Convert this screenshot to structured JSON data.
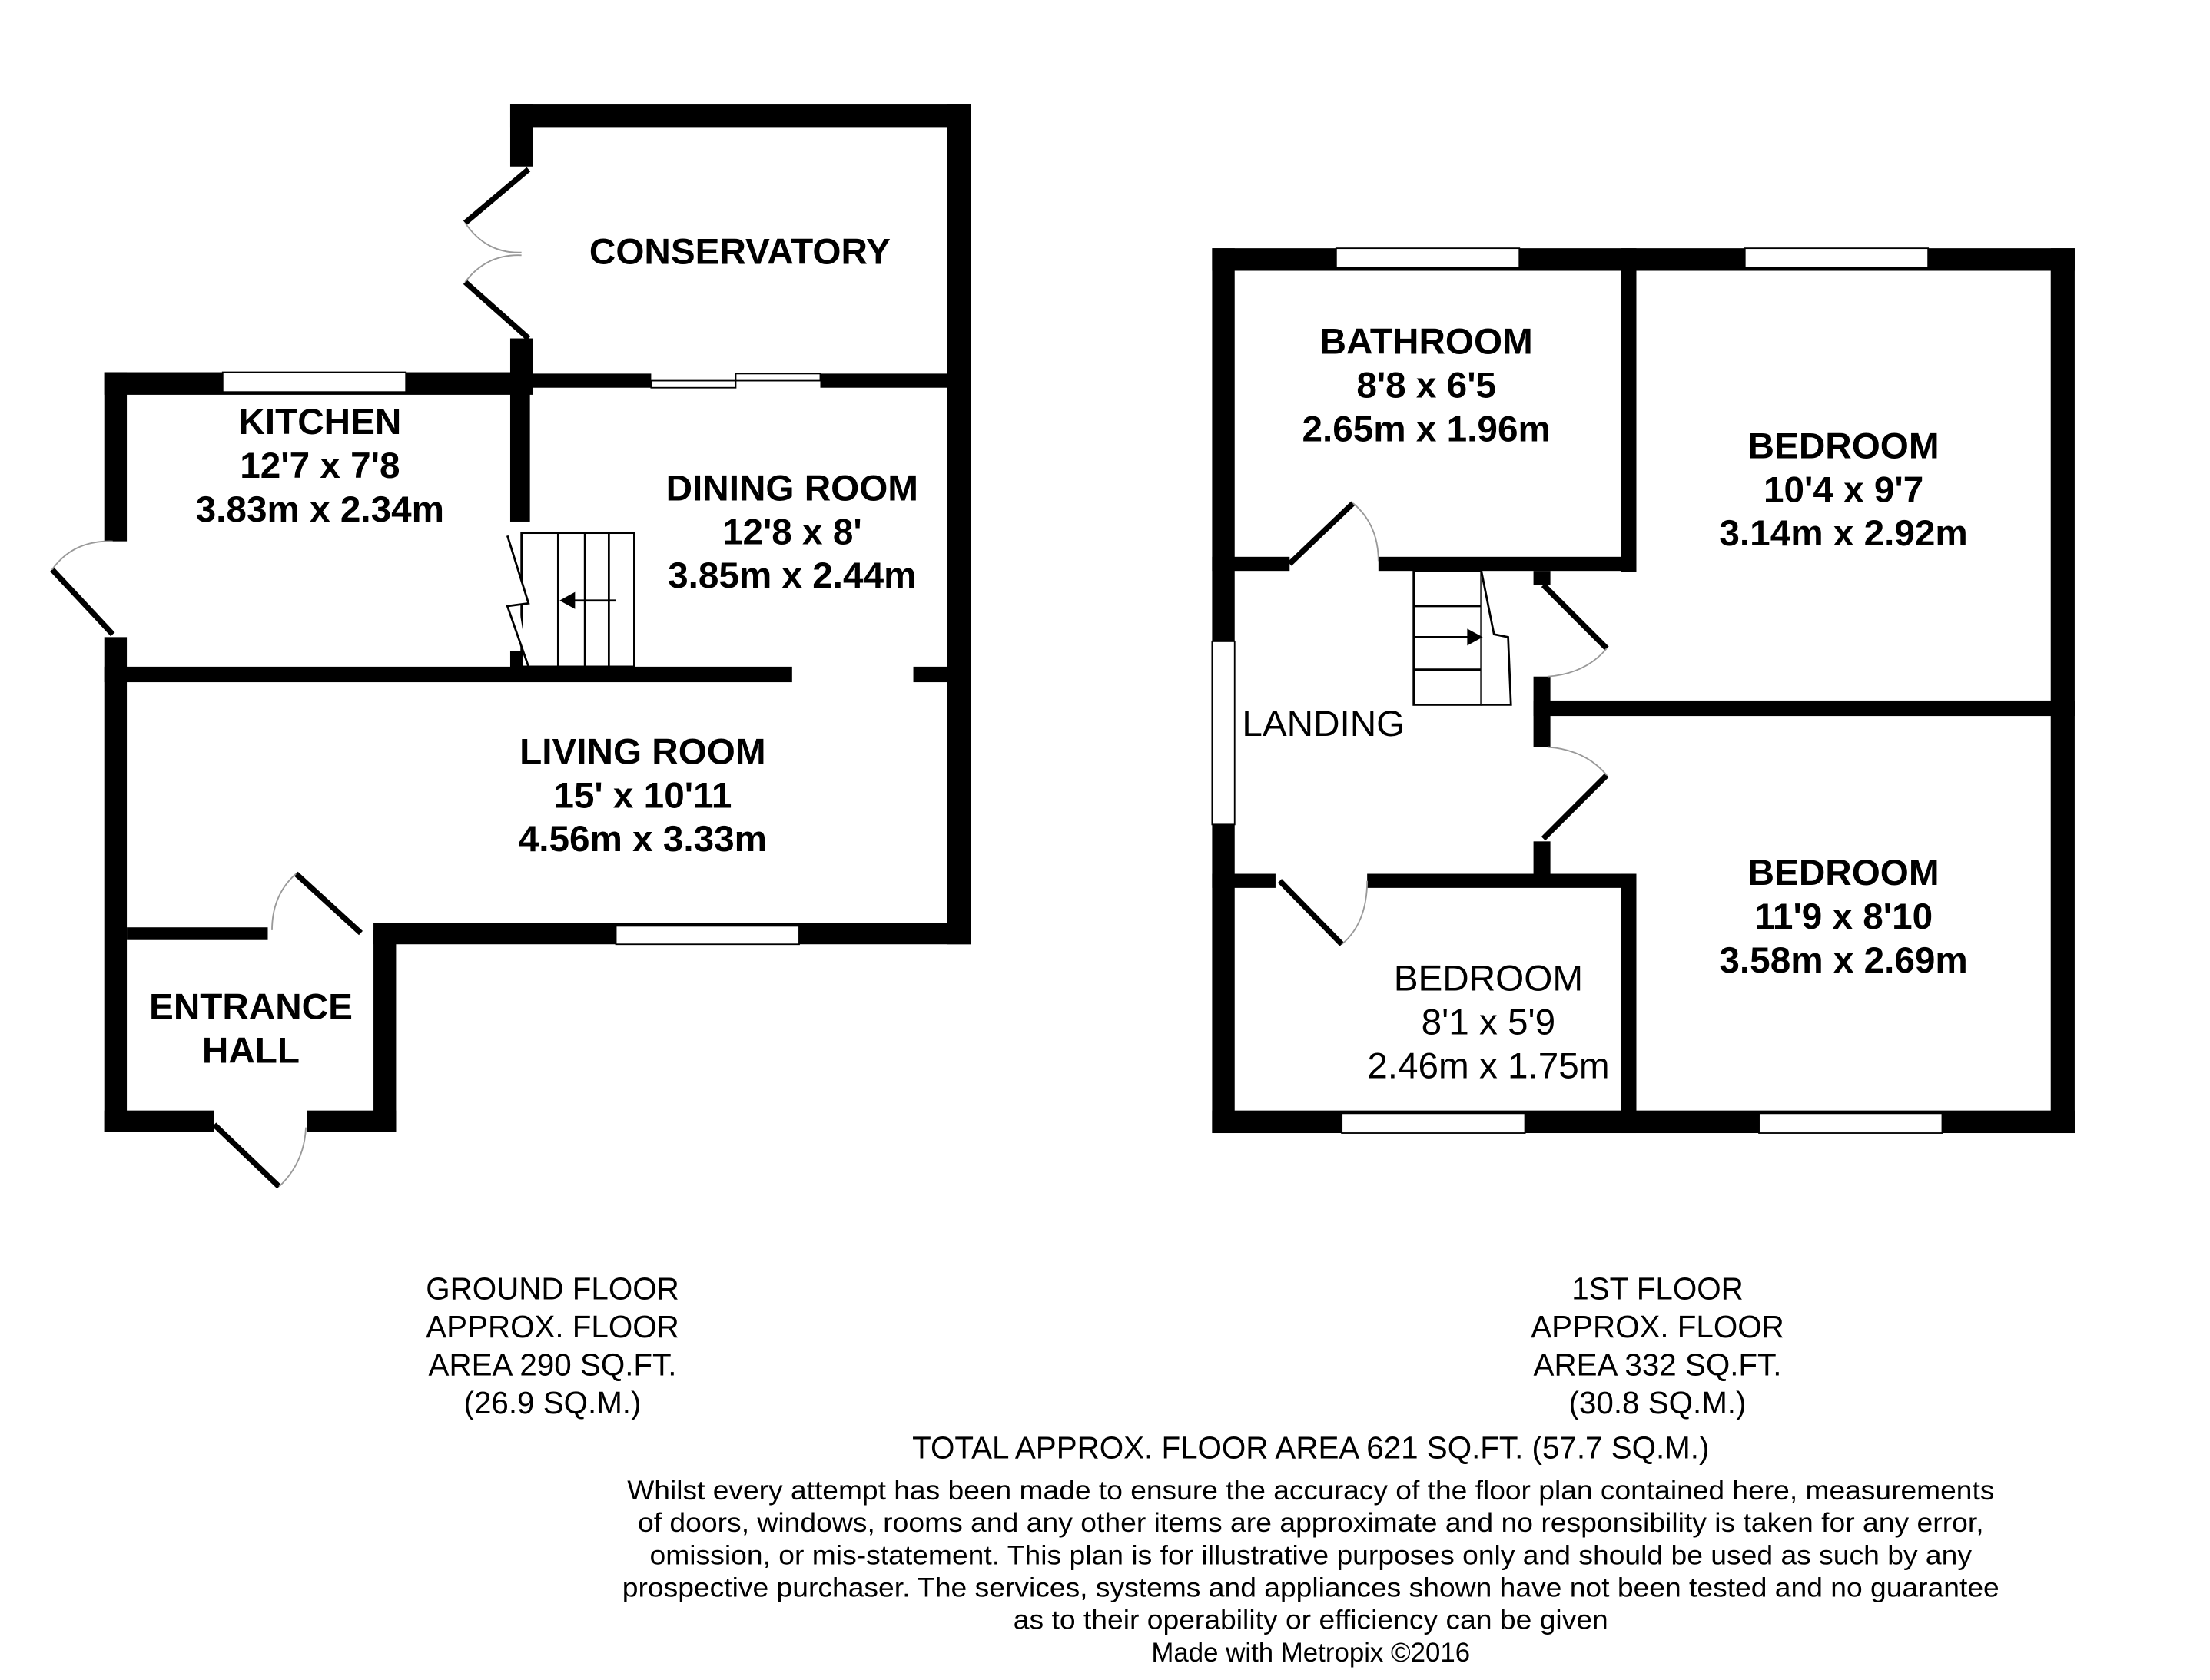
{
  "ground_floor": {
    "rooms": [
      {
        "name": "CONSERVATORY"
      },
      {
        "name": "KITCHEN",
        "imperial": "12'7 x 7'8",
        "metric": "3.83m x 2.34m"
      },
      {
        "name": "DINING ROOM",
        "imperial": "12'8 x 8'",
        "metric": "3.85m x 2.44m"
      },
      {
        "name": "LIVING ROOM",
        "imperial": "15' x 10'11",
        "metric": "4.56m x 3.33m"
      },
      {
        "name_line1": "ENTRANCE",
        "name_line2": "HALL"
      }
    ],
    "summary": [
      "GROUND FLOOR",
      "APPROX. FLOOR",
      "AREA 290 SQ.FT.",
      "(26.9 SQ.M.)"
    ]
  },
  "first_floor": {
    "rooms": [
      {
        "name": "BATHROOM",
        "imperial": "8'8 x 6'5",
        "metric": "2.65m x 1.96m"
      },
      {
        "name": "BEDROOM",
        "imperial": "10'4 x 9'7",
        "metric": "3.14m x 2.92m"
      },
      {
        "name": "LANDING"
      },
      {
        "name": "BEDROOM",
        "imperial": "11'9 x 8'10",
        "metric": "3.58m x 2.69m"
      },
      {
        "name": "BEDROOM",
        "imperial": "8'1 x 5'9",
        "metric": "2.46m x 1.75m"
      }
    ],
    "summary": [
      "1ST FLOOR",
      "APPROX. FLOOR",
      "AREA 332 SQ.FT.",
      "(30.8 SQ.M.)"
    ]
  },
  "total": "TOTAL APPROX. FLOOR AREA 621 SQ.FT. (57.7 SQ.M.)",
  "disclaimer": [
    "Whilst every attempt has been made to ensure the accuracy of the floor plan contained here, measurements",
    "of doors, windows, rooms and any other items are approximate and no responsibility is taken for any error,",
    "omission, or mis-statement. This plan is for illustrative purposes only and should be used as such by any",
    "prospective purchaser. The services, systems and appliances shown have not been tested and no guarantee",
    "as to their operability or efficiency can be given"
  ],
  "credit": "Made with Metropix ©2016"
}
